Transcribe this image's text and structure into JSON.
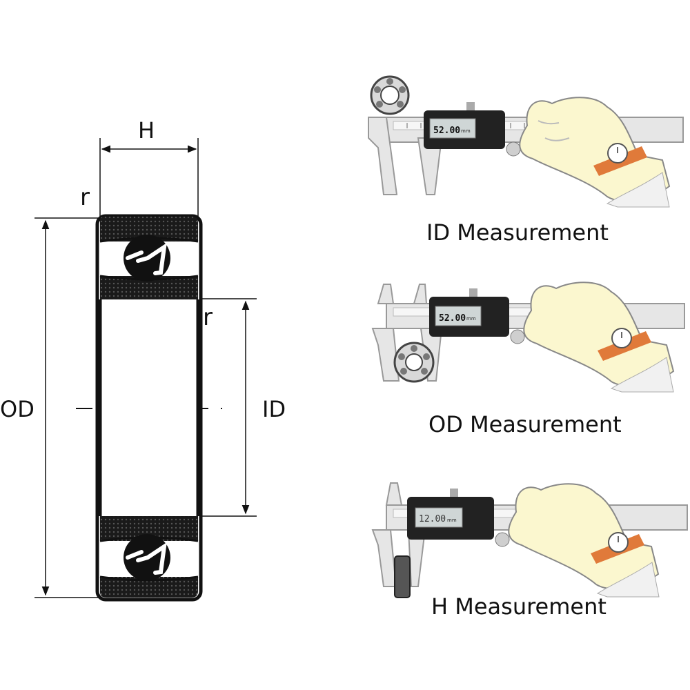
{
  "diagram": {
    "labels": {
      "h": "H",
      "r_top": "r",
      "r_inner": "r",
      "od": "OD",
      "id": "ID"
    }
  },
  "captions": {
    "id_measurement": "ID Measurement",
    "od_measurement": "OD Measurement",
    "h_measurement": "H Measurement"
  },
  "calipers": {
    "id_reading": "52.00",
    "od_reading": "52.00",
    "h_reading": "12.00",
    "unit": "mm"
  },
  "colors": {
    "glove": "#fbf7cf",
    "strap": "#e07a3a",
    "caliper_body": "#222222",
    "caliper_steel": "#e6e6e6",
    "lcd": "#cfd6d6"
  }
}
